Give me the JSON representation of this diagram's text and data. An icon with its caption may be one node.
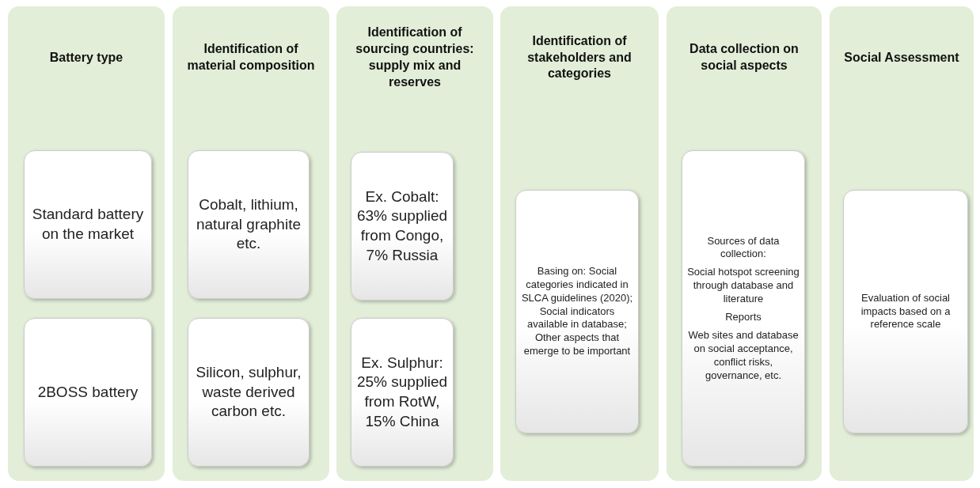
{
  "diagram": {
    "nodes": [
      {
        "text": [
          "Battery type"
        ]
      },
      {
        "text": [
          "Standard battery on the market"
        ],
        "in": 0
      },
      {
        "text": [
          "2BOSS battery"
        ],
        "in": 0
      },
      {
        "text": [
          "Identification of material composition"
        ]
      },
      {
        "text": [
          "Cobalt, lithium, natural graphite etc."
        ],
        "in": 3
      },
      {
        "text": [
          "Silicon, sulphur, waste derived carbon etc."
        ],
        "in": 3
      },
      {
        "text": [
          "Identification of sourcing countries: supply mix and reserves"
        ]
      },
      {
        "text": [
          "Ex. Cobalt: 63% supplied from Congo, 7% Russia"
        ],
        "in": 6
      },
      {
        "text": [
          "Ex. Sulphur: 25% supplied from RotW, 15% China"
        ],
        "in": 6
      },
      {
        "text": [
          "Identification of stakeholders and categories"
        ]
      },
      {
        "text": [
          "Basing on: Social categories indicated in SLCA guidelines (2020); Social indicators available in database; Other aspects that emerge to be important"
        ],
        "in": 9
      },
      {
        "text": [
          "Data collection on social aspects"
        ]
      },
      {
        "text": [
          "Sources of data collection:",
          "Social hotspot screening through database and literature",
          "Reports",
          "Web sites and database on social acceptance, conflict risks, governance, etc."
        ],
        "in": 11
      },
      {
        "text": [
          "Social Assessment"
        ]
      },
      {
        "text": [
          "Evaluation of social impacts based on a reference scale"
        ],
        "in": 13
      }
    ],
    "edges": []
  }
}
